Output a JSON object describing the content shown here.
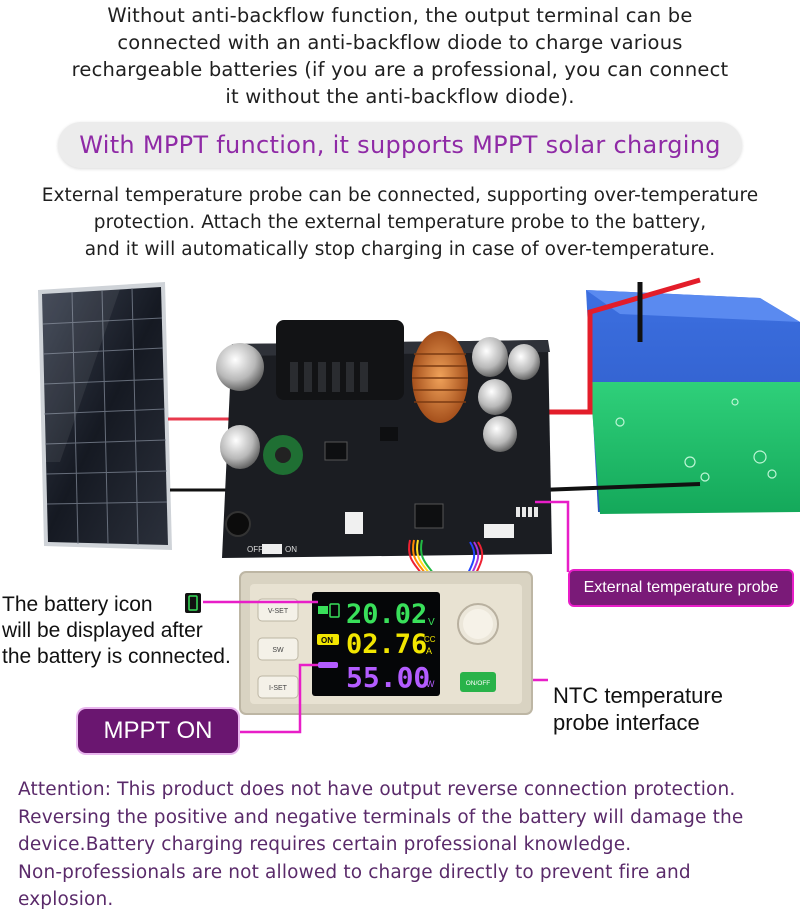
{
  "intro_lines": [
    "Without anti-backflow function, the output terminal can be",
    "connected with an anti-backflow diode to charge various",
    "rechargeable batteries (if you are a professional, you can connect",
    "it without the anti-backflow diode)."
  ],
  "mppt_banner": "With MPPT function, it supports MPPT solar charging",
  "probe_lines": [
    "External temperature probe can be connected, supporting over-temperature",
    "protection. Attach the external temperature probe to the battery,",
    "and it will automatically stop charging in case of over-temperature."
  ],
  "callouts": {
    "temp_probe": "External temperature probe",
    "battery_icon_lines": [
      "The battery icon",
      "will be displayed after",
      "the battery is connected."
    ],
    "ntc_lines": [
      "NTC temperature",
      "probe interface"
    ],
    "mppt_on": "MPPT ON"
  },
  "device": {
    "voltage": "20.02",
    "voltage_unit": "V",
    "current": "02.76",
    "current_unit": "A",
    "cc_badge": "CC",
    "power": "55.00",
    "power_unit": "W",
    "on_badge": "ON",
    "buttons": {
      "vset": "V-SET",
      "sw": "SW",
      "iset": "I-SET",
      "onoff": "ON/OFF"
    }
  },
  "board_labels": {
    "off": "OFF",
    "on": "ON"
  },
  "attention_lines": [
    "Attention: This product does not have output reverse connection protection.",
    "Reversing the positive and negative terminals of the battery will damage the",
    "device.Battery charging requires certain professional knowledge.",
    "Non-professionals are not allowed to charge directly to prevent fire and",
    "explosion."
  ],
  "colors": {
    "accent_purple": "#8f2aa6",
    "callout_magenta": "#e81ec8",
    "dark_purple": "#6a1670",
    "voltage_green": "#39e05a",
    "current_yellow": "#f2e600",
    "power_violet": "#b35cff"
  }
}
